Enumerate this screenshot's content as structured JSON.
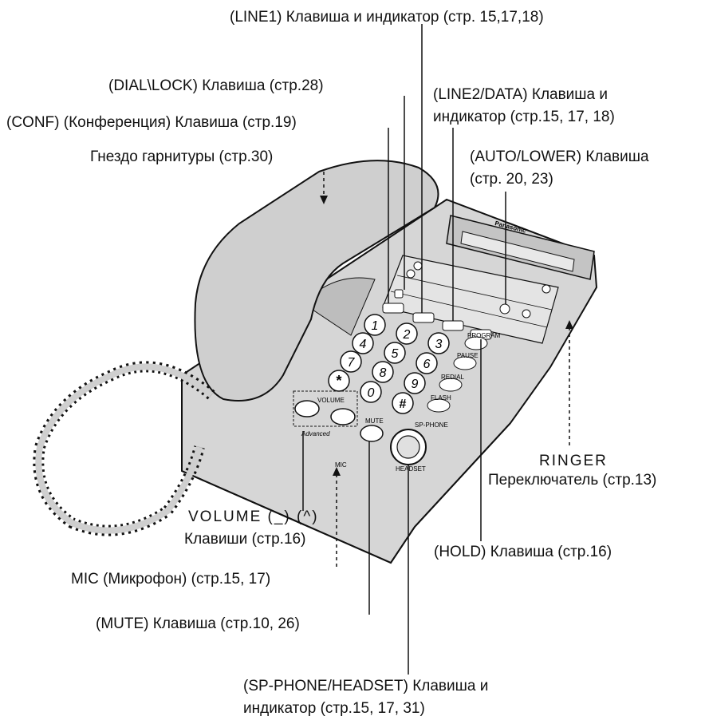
{
  "labels": {
    "line1": "(LINE1) Клавиша и индикатор (стр. 15,17,18)",
    "dial_lock": "(DIAL\\LOCK)    Клавиша (стр.28)",
    "line2_a": "(LINE2/DATA)    Клавиша и",
    "line2_b": "индикатор (стр.15, 17, 18)",
    "conf": "(CONF) (Конференция) Клавиша (стр.19)",
    "headset_jack": "Гнездо гарнитуры (стр.30)",
    "auto_lower_a": "(AUTO/LOWER) Клавиша",
    "auto_lower_b": "(стр. 20, 23)",
    "ringer_a": "RINGER",
    "ringer_b": "Переключатель (стр.13)",
    "volume_a": "VOLUME (_)  (^)",
    "volume_b": "Клавиши (стр.16)",
    "hold": "(HOLD)   Клавиша (стр.16)",
    "mic": "MIC  (Микрофон) (стр.15, 17)",
    "mute": "(MUTE) Клавиша (стр.10, 26)",
    "sp_phone_a": "(SP-PHONE/HEADSET)       Клавиша и",
    "sp_phone_b": "индикатор (стр.15, 17, 31)"
  },
  "phone": {
    "brand": "Panasonic",
    "keypad": [
      "1",
      "2",
      "3",
      "4",
      "5",
      "6",
      "7",
      "8",
      "9",
      "*",
      "0",
      "#"
    ],
    "keys": {
      "redial": "REDIAL",
      "flash": "FLASH",
      "pause": "PAUSE",
      "program": "PROGRAM",
      "mute": "MUTE",
      "volume": "VOLUME",
      "headset": "HEADSET",
      "sp_phone": "SP-PHONE",
      "advanced": "Advanced",
      "mic": "MIC"
    }
  }
}
